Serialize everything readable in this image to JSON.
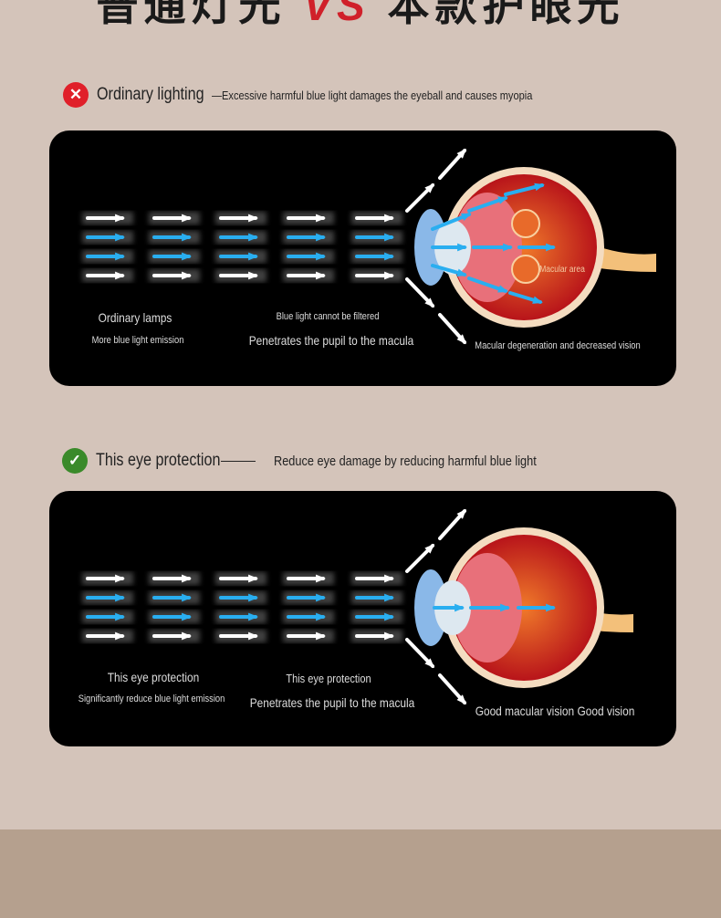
{
  "title": {
    "left": "普通灯光",
    "vs": "VS",
    "right": "本款护眼光"
  },
  "ordinary": {
    "heading": "Ordinary lighting",
    "subheading": "—Excessive harmful blue light damages the eyeball and causes myopia",
    "lamps": "Ordinary lamps",
    "lamps_sub": "More blue light emission",
    "filter": "Blue light cannot be filtered",
    "pupil": "Penetrates the pupil to the macula",
    "macular_area": "Macular area",
    "result": "Macular degeneration and decreased vision"
  },
  "protect": {
    "heading": "This eye protection",
    "subheading": "Reduce eye damage by reducing harmful blue light",
    "lamps": "This eye protection",
    "lamps_sub": "Significantly reduce blue light emission",
    "filter": "This eye protection",
    "pupil": "Penetrates the pupil to the macula",
    "result": "Good macular vision Good vision"
  },
  "colors": {
    "bad": "#e0202a",
    "good": "#3a8a2a",
    "blue": "#29aef0",
    "bg": "#d4c4ba"
  }
}
